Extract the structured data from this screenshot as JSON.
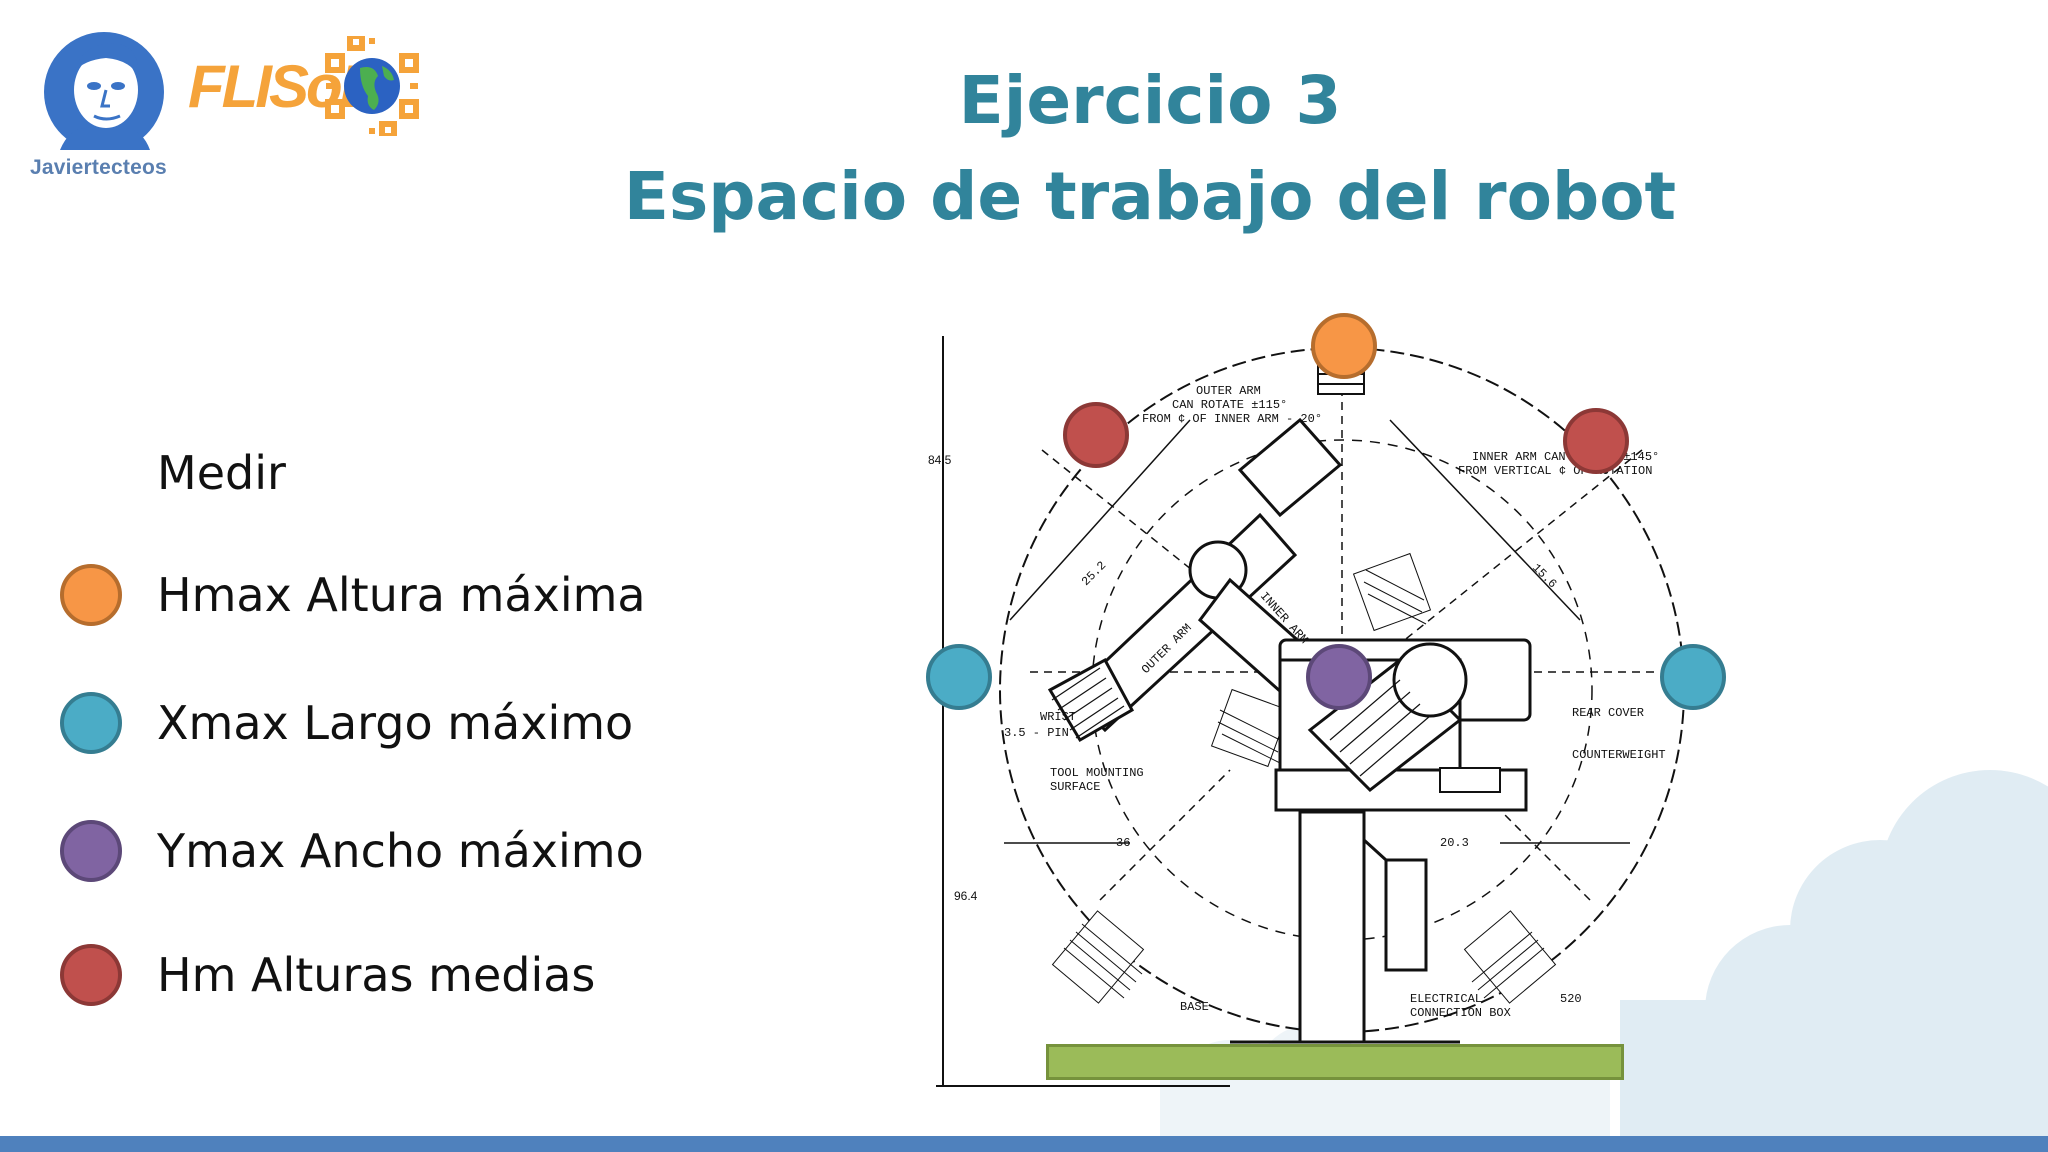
{
  "logo": {
    "caption": "Javiertecteos",
    "brand": "FLISoL"
  },
  "title": {
    "line1": "Ejercicio 3",
    "line2": "Espacio de trabajo del robot"
  },
  "content": {
    "heading": "Medir",
    "legend": [
      {
        "label": "Hmax Altura máxima",
        "color": "#f79646"
      },
      {
        "label": "Xmax Largo máximo",
        "color": "#4bacc6"
      },
      {
        "label": "Ymax Ancho máximo",
        "color": "#8064a2"
      },
      {
        "label": "Hm Alturas medias",
        "color": "#c0504d"
      }
    ]
  },
  "drawing": {
    "labels": {
      "outer_arm_note_1": "OUTER ARM",
      "outer_arm_note_2": "CAN ROTATE ±115°",
      "outer_arm_note_3": "FROM ¢ OF INNER ARM - 20°",
      "inner_arm_note_1": "INNER ARM CAN ROTATE ±145°",
      "inner_arm_note_2": "FROM VERTICAL ¢ OF ROTATION",
      "dim_left_top": "84.5",
      "dim_left_bottom": "96.4",
      "outer_arm": "OUTER ARM",
      "inner_arm": "INNER ARM",
      "wrist": "WRIST",
      "pin": "3.5 - PIN",
      "tool_mounting_1": "TOOL MOUNTING",
      "tool_mounting_2": "SURFACE",
      "rear_cover": "REAR COVER",
      "counterweight": "COUNTERWEIGHT",
      "dim_36": "36",
      "dim_20": "20.3",
      "dim_25": "25.2",
      "dim_15": "15.6",
      "base": "BASE",
      "electrical_1": "ELECTRICAL",
      "electrical_2": "CONNECTION BOX",
      "dim_520": "520"
    }
  }
}
